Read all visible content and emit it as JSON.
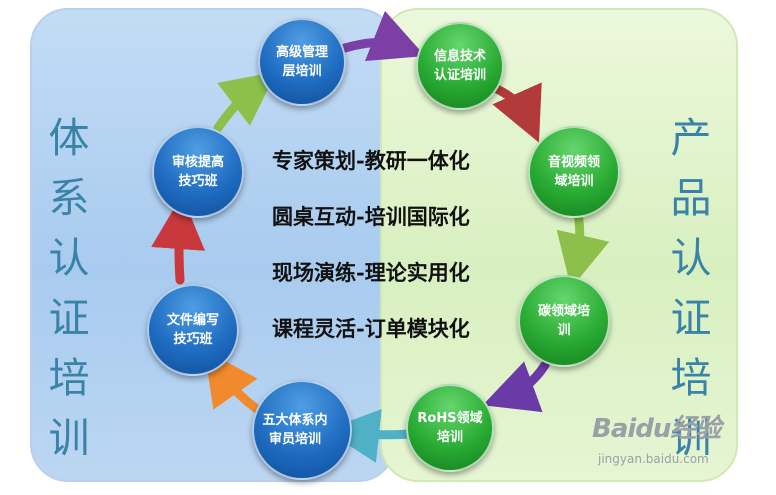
{
  "left_panel": {
    "title": "体系认证培训",
    "chars": [
      "体",
      "系",
      "认",
      "证",
      "培",
      "训"
    ]
  },
  "right_panel": {
    "title": "产品认证培训",
    "chars": [
      "产",
      "品",
      "认",
      "证",
      "培",
      "训"
    ]
  },
  "center_text": [
    "专家策划-教研一体化",
    "圆桌互动-培训国际化",
    "现场演练-理论实用化",
    "课程灵活-订单模块化"
  ],
  "nodes": [
    {
      "id": "n1",
      "lines": [
        "高级管理",
        "层培训"
      ],
      "color": "blue"
    },
    {
      "id": "n2",
      "lines": [
        "信息技术",
        "认证培训"
      ],
      "color": "green"
    },
    {
      "id": "n3",
      "lines": [
        "音视频领",
        "域培训"
      ],
      "color": "green"
    },
    {
      "id": "n4",
      "lines": [
        "碳领域培",
        "训"
      ],
      "color": "green"
    },
    {
      "id": "n5",
      "lines": [
        "RoHS领域",
        "培训"
      ],
      "color": "green"
    },
    {
      "id": "n6",
      "lines": [
        "五大体系内",
        "审员培训"
      ],
      "color": "blue"
    },
    {
      "id": "n7",
      "lines": [
        "文件编写",
        "技巧班"
      ],
      "color": "blue"
    },
    {
      "id": "n8",
      "lines": [
        "审核提高",
        "技巧班"
      ],
      "color": "blue"
    }
  ],
  "arrow_colors": [
    "#7b3fa6",
    "#b23a3a",
    "#8cc04a",
    "#6a3aa6",
    "#4fb0c6",
    "#f08a2c",
    "#c8383c",
    "#8cc04a"
  ],
  "watermark": {
    "brand": "Baidu经验",
    "url": "jingyan.baidu.com"
  }
}
